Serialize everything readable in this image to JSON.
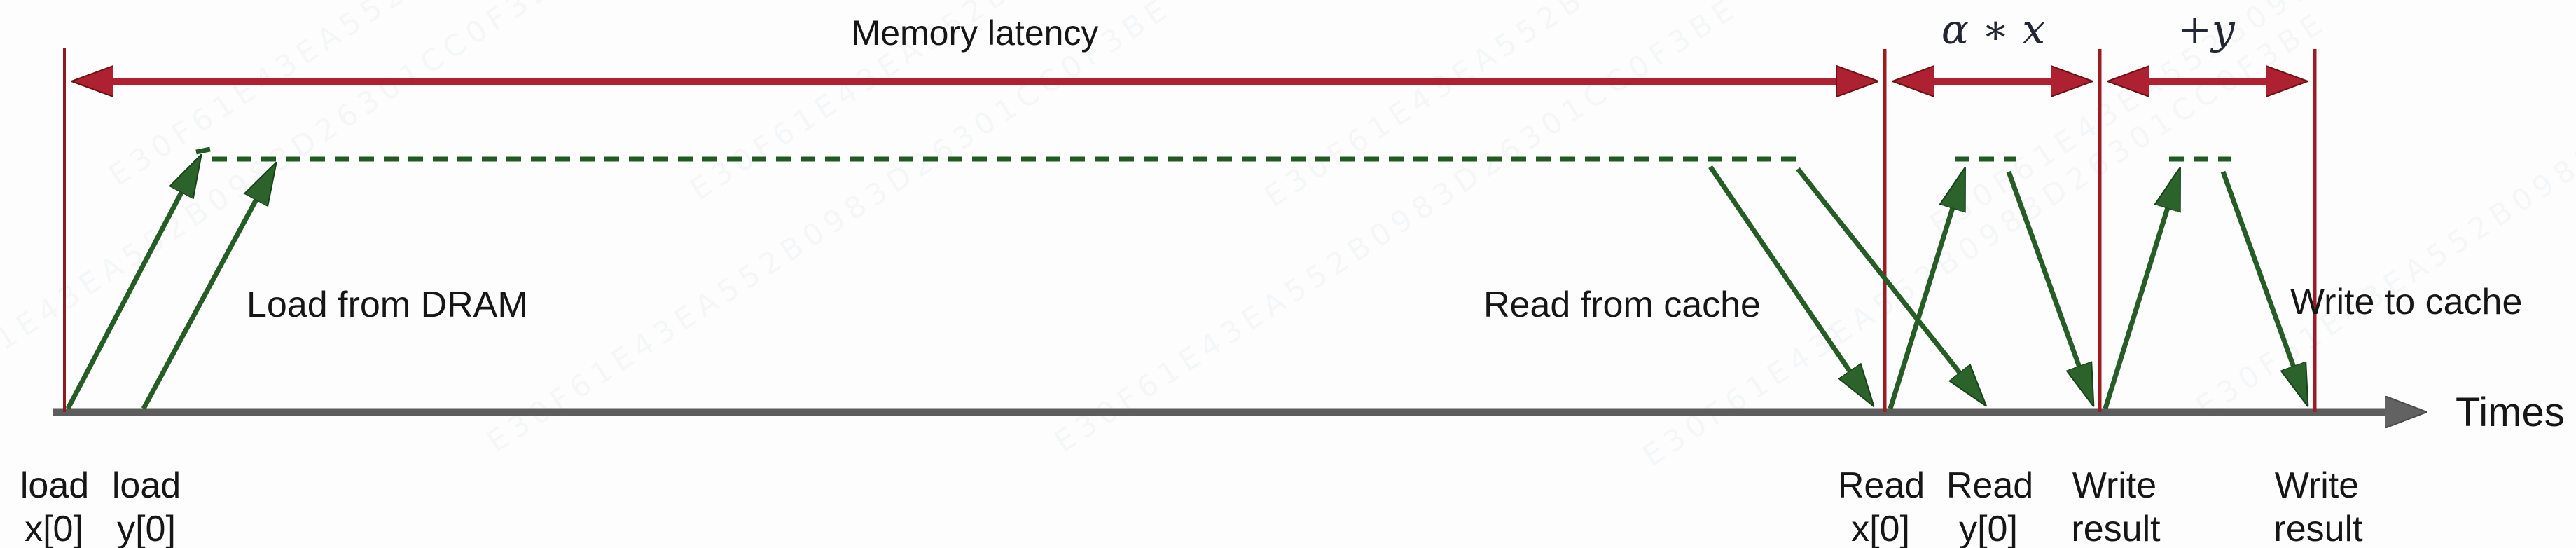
{
  "spans": [
    {
      "label": "Memory latency"
    },
    {
      "label": "α ∗ x"
    },
    {
      "label": "+y"
    }
  ],
  "annotations": [
    {
      "label": "Load from DRAM"
    },
    {
      "label": "Read from cache"
    },
    {
      "label": "Write to cache"
    }
  ],
  "axis": {
    "label": "Times"
  },
  "events": [
    {
      "line1": "load",
      "line2": "x[0]"
    },
    {
      "line1": "load",
      "line2": "y[0]"
    },
    {
      "line1": "Read",
      "line2": "x[0]"
    },
    {
      "line1": "Read",
      "line2": "y[0]"
    },
    {
      "line1": "Write",
      "line2": "result"
    },
    {
      "line1": "Write",
      "line2": "result"
    }
  ],
  "watermark": {
    "text": "E30F61E43EA552B0983D26301CC0F3BE"
  },
  "colors": {
    "span_arrow_red": "#a82028",
    "boundary_line_red": "#8f1a21",
    "access_green": "#265c26",
    "axis_gray": "#5d5d5d",
    "text": "#161616",
    "background": "#fdfdfd"
  }
}
